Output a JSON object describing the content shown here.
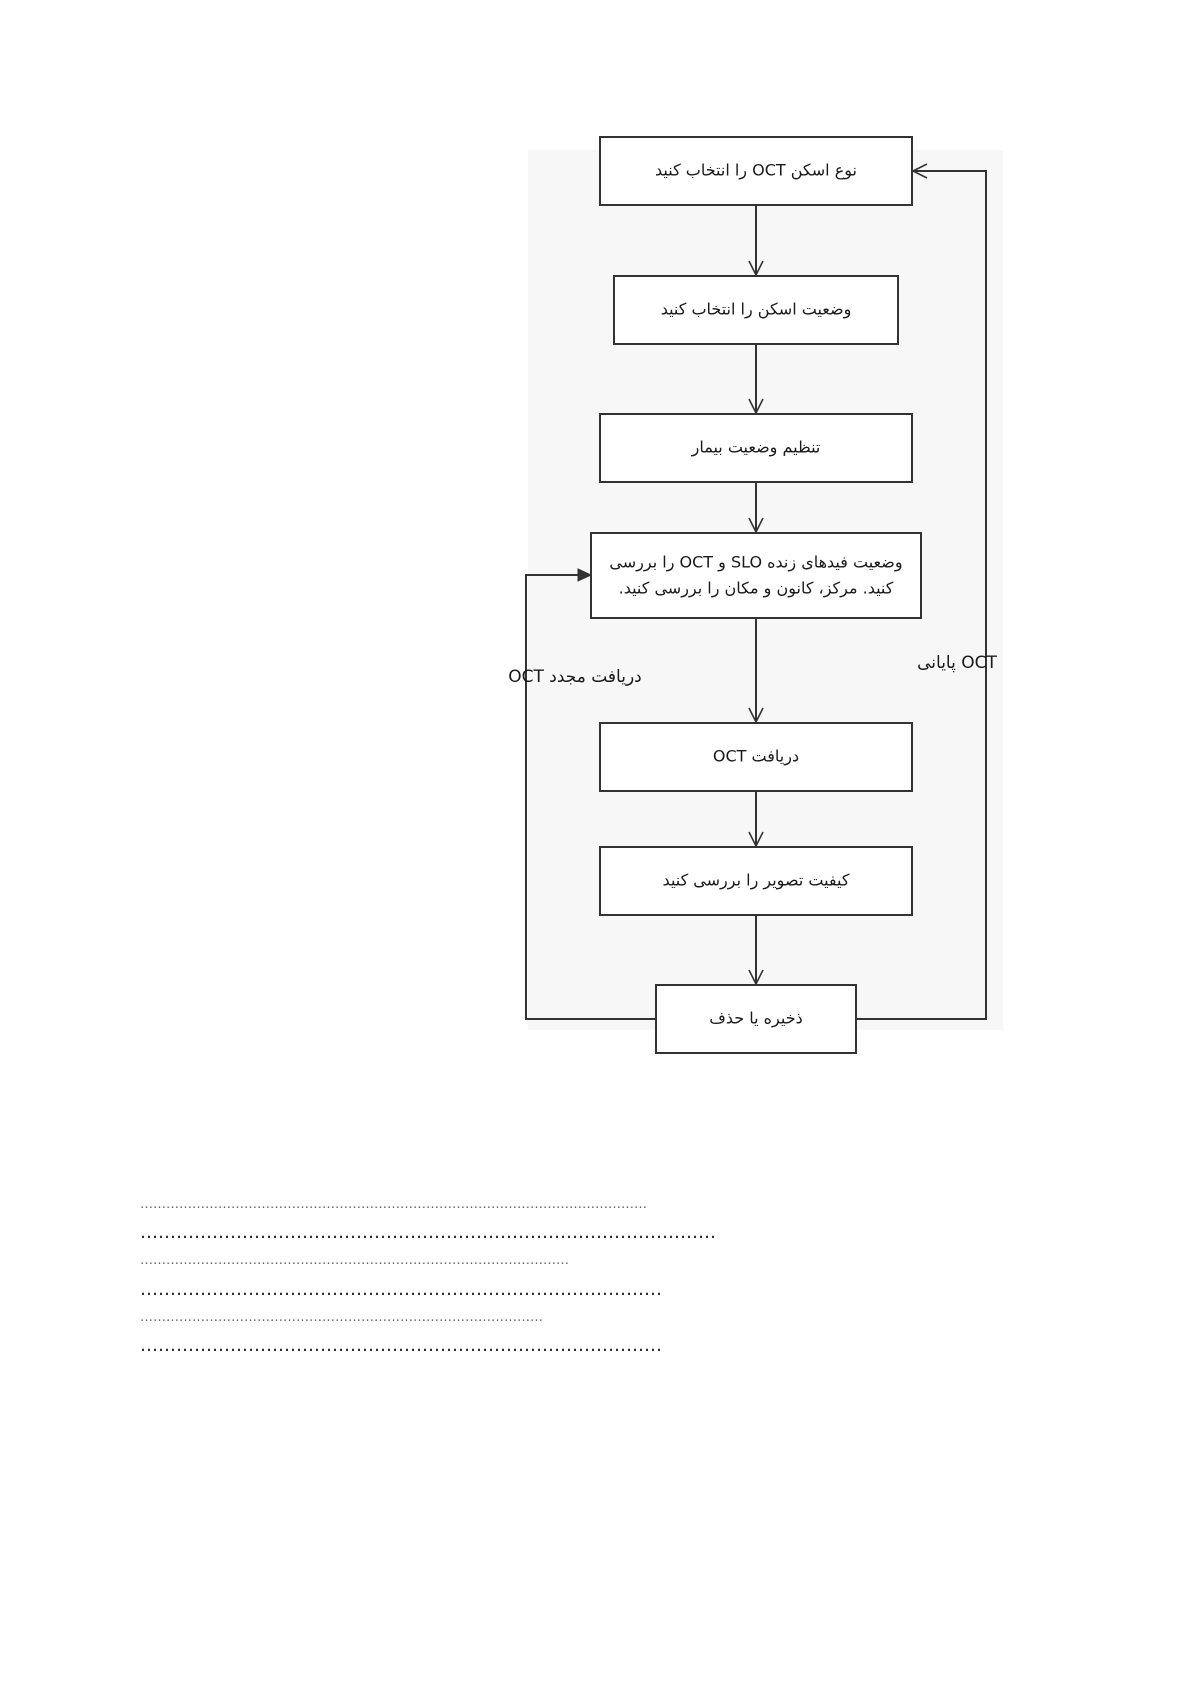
{
  "diagram": {
    "nodes": [
      {
        "id": "n1",
        "label": "نوع اسکن OCT را انتخاب کنید"
      },
      {
        "id": "n2",
        "label": "وضعیت اسکن را انتخاب کنید"
      },
      {
        "id": "n3",
        "label": "تنظیم وضعیت بیمار"
      },
      {
        "id": "n4",
        "line1": "وضعیت فیدهای زنده SLO و OCT را بررسی",
        "line2": "کنید. مرکز، کانون و مکان را بررسی کنید."
      },
      {
        "id": "n5",
        "label": "دریافت OCT"
      },
      {
        "id": "n6",
        "label": "کیفیت تصویر را بررسی کنید"
      },
      {
        "id": "n7",
        "label": "ذخیره یا حذف"
      }
    ],
    "edges": {
      "reacquire_label": "دریافت مجدد OCT",
      "final_label": "OCT پایانی"
    }
  },
  "dotted_lines": [
    {
      "style": "light",
      "text": "………………………………………………………………………………………………………"
    },
    {
      "style": "bold",
      "text": "……………………………………………………………………………………"
    },
    {
      "style": "light",
      "text": "………………………………………………………………………………………"
    },
    {
      "style": "bold",
      "text": "……………………………………………………………………………"
    },
    {
      "style": "light",
      "text": "…………………………………………………………………………………"
    },
    {
      "style": "bold",
      "text": "……………………………………………………………………………"
    }
  ]
}
